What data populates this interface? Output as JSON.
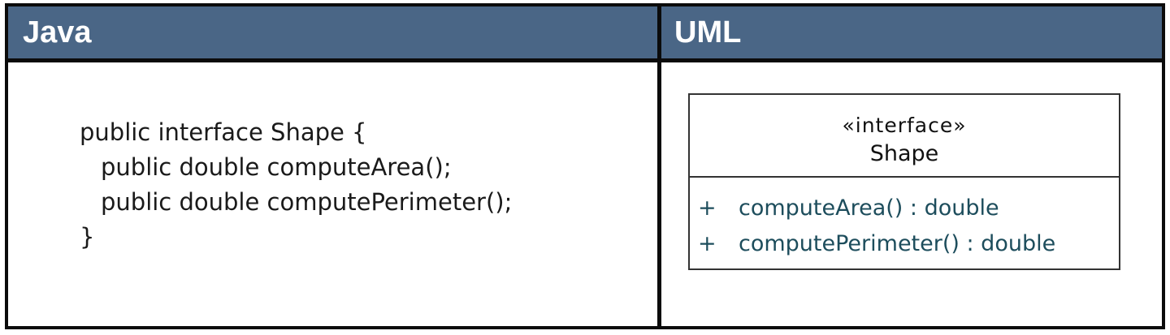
{
  "headers": {
    "left": "Java",
    "right": "UML"
  },
  "java_code": {
    "lines": [
      "public interface Shape {",
      "public double computeArea();",
      "public double computePerimeter();",
      "}"
    ]
  },
  "uml_class": {
    "stereotype": "«interface»",
    "name": "Shape",
    "operations": [
      {
        "visibility": "+",
        "signature": "computeArea() : double"
      },
      {
        "visibility": "+",
        "signature": "computePerimeter() : double"
      }
    ]
  },
  "colors": {
    "header_background": "#4a6686",
    "header_text": "#ffffff",
    "border": "#0b0b0b",
    "operation_text": "#1d4d5c"
  }
}
